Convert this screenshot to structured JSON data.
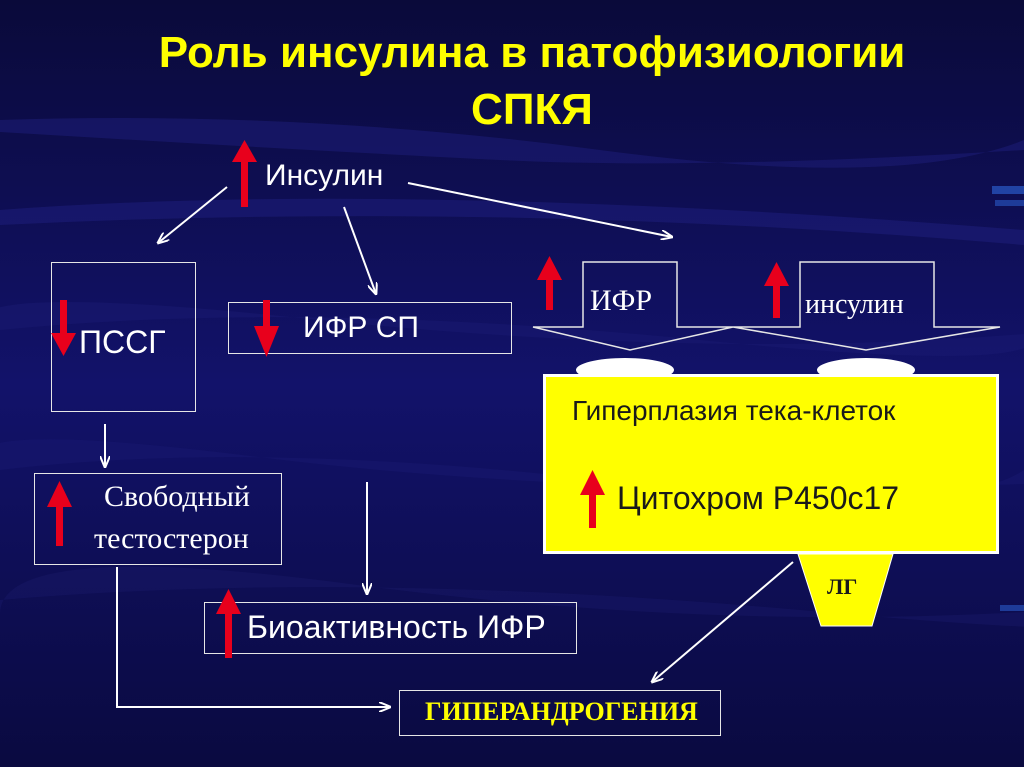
{
  "title": {
    "line1": "Роль инсулина в патофизиологии",
    "line2": "СПКЯ"
  },
  "nodes": {
    "insulin_top": "Инсулин",
    "pssg": "ПССГ",
    "ifr_sp": "ИФР СП",
    "ifr": "ИФР",
    "insulin_right": "инсулин",
    "hyperplasia": "Гиперплазия тека-клеток",
    "cytochrome": "Цитохром Р450с17",
    "free_testosterone_1": "Свободный",
    "free_testosterone_2": "тестостерон",
    "bioactivity": "Биоактивность ИФР",
    "lg": "ЛГ",
    "hyperandrogenism": "ГИПЕРАНДРОГЕНИЯ"
  },
  "colors": {
    "background": "#0b0b4e",
    "title": "#ffff00",
    "text": "#ffffff",
    "arrow_indicator": "#e8001c",
    "highlight_box": "#ffff00"
  },
  "icons": {
    "increase": "red-up-arrow-icon",
    "decrease": "red-down-arrow-icon"
  }
}
